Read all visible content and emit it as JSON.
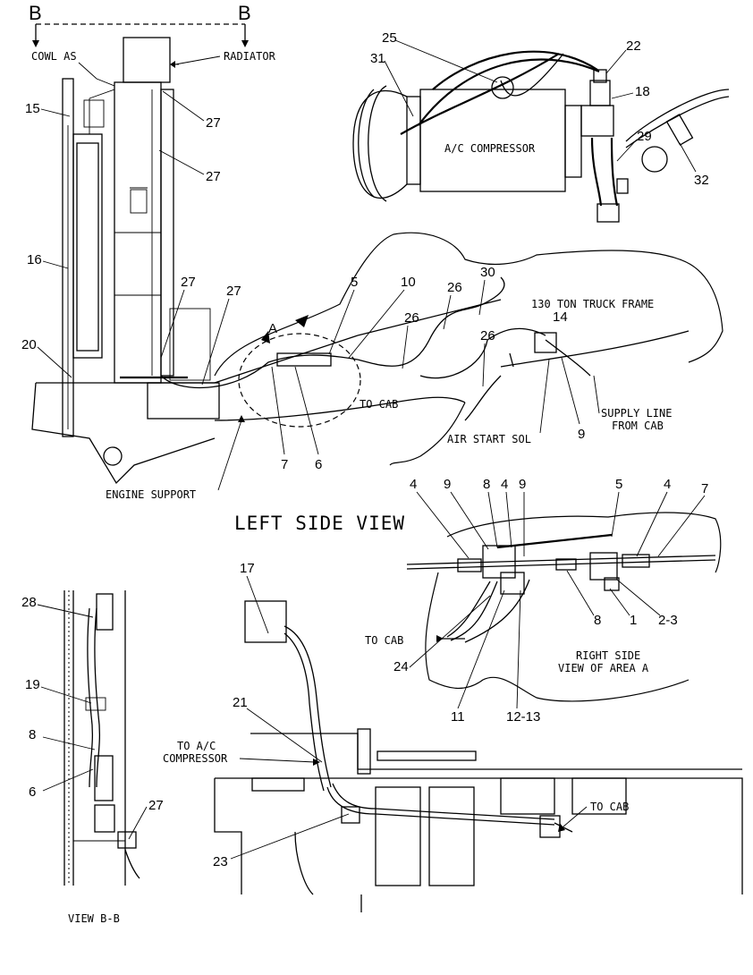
{
  "section_marks": {
    "left": "B",
    "right": "B"
  },
  "labels": {
    "cowl": "COWL AS",
    "radiator": "RADIATOR",
    "ac_compressor": "A/C COMPRESSOR",
    "truck_frame": "130 TON TRUCK FRAME",
    "to_cab_left": "TO CAB",
    "supply_line_1": "SUPPLY LINE",
    "supply_line_2": "FROM CAB",
    "air_start": "AIR START SOL",
    "engine_support": "ENGINE SUPPORT",
    "view_a_marker": "A",
    "left_side_view": "LEFT SIDE VIEW",
    "to_cab_right": "TO CAB",
    "right_side_1": "RIGHT SIDE",
    "right_side_2": "VIEW OF AREA A",
    "to_ac_1": "TO A/C",
    "to_ac_2": "COMPRESSOR",
    "to_cab_bottom": "TO CAB",
    "view_bb": "VIEW B-B"
  },
  "callouts": {
    "c25": "25",
    "c22": "22",
    "c31": "31",
    "c18": "18",
    "c29": "29",
    "c32": "32",
    "c15": "15",
    "c27a": "27",
    "c27b": "27",
    "c16": "16",
    "c27c": "27",
    "c27d": "27",
    "c5a": "5",
    "c10": "10",
    "c26a": "26",
    "c30": "30",
    "c26b": "26",
    "c14": "14",
    "c26c": "26",
    "c20": "20",
    "c9a": "9",
    "c7a": "7",
    "c6a": "6",
    "c4a": "4",
    "c9b": "9",
    "c8a": "8",
    "c4b": "4",
    "c9c": "9",
    "c5b": "5",
    "c4c": "4",
    "c7b": "7",
    "c8b": "8",
    "c1": "1",
    "c23r": "2-3",
    "c24": "24",
    "c11": "11",
    "c1213": "12-13",
    "c17": "17",
    "c21": "21",
    "c23": "23",
    "c28": "28",
    "c19": "19",
    "c8c": "8",
    "c6b": "6",
    "c27e": "27"
  }
}
